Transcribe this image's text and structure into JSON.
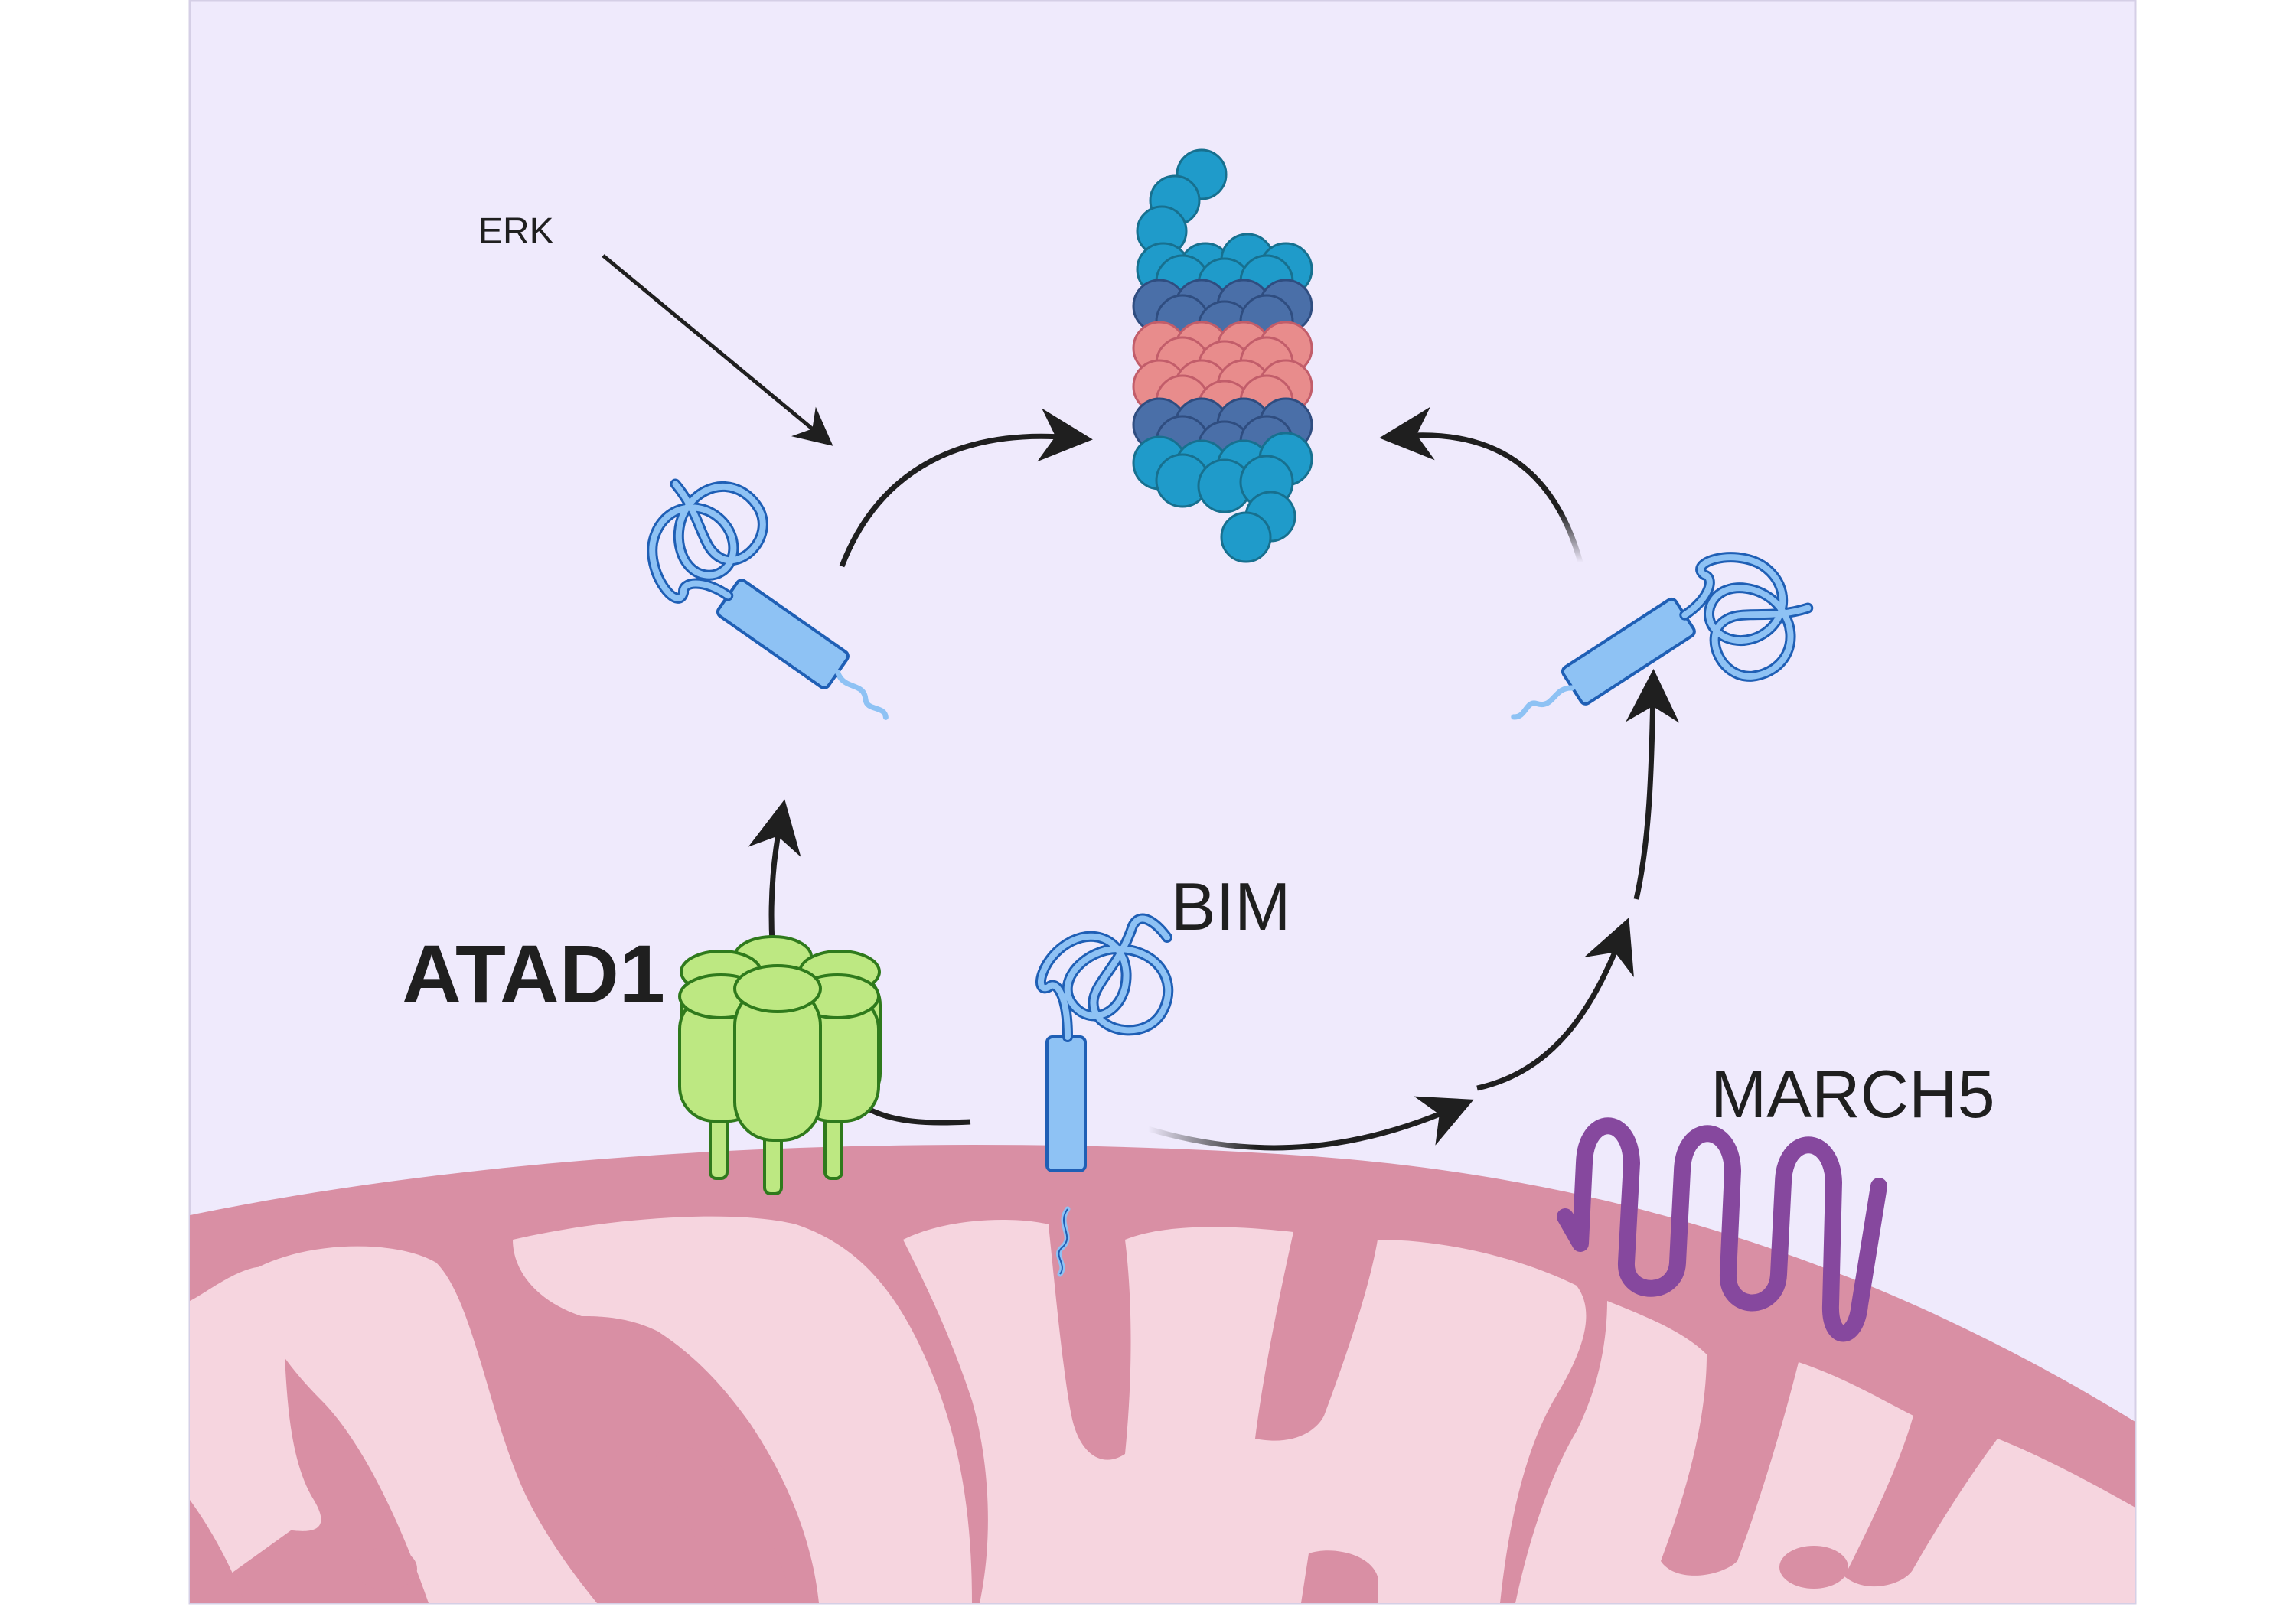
{
  "labels": {
    "erk": "ERK",
    "bim": "BIM",
    "atad1": "ATAD1",
    "march5": "MARCH5"
  },
  "colors": {
    "cytosol": "#efeafc",
    "outer_membrane": "#d98fa4",
    "matrix": "#f6d5df",
    "atad1": "#bde882",
    "atad1_stroke": "#2f7a1c",
    "bim": "#8ec2f4",
    "bim_stroke": "#1f5fb5",
    "proteasome_cap": "#1f9bca",
    "proteasome_beta": "#4a6fa8",
    "proteasome_alpha": "#e88c8c",
    "march5": "#86489e",
    "arrow": "#1f1f1f"
  },
  "icons": [
    "proteasome-icon",
    "bim-protein-icon",
    "atad1-hexamer-icon",
    "march5-transmembrane-icon",
    "mitochondrion-icon"
  ]
}
